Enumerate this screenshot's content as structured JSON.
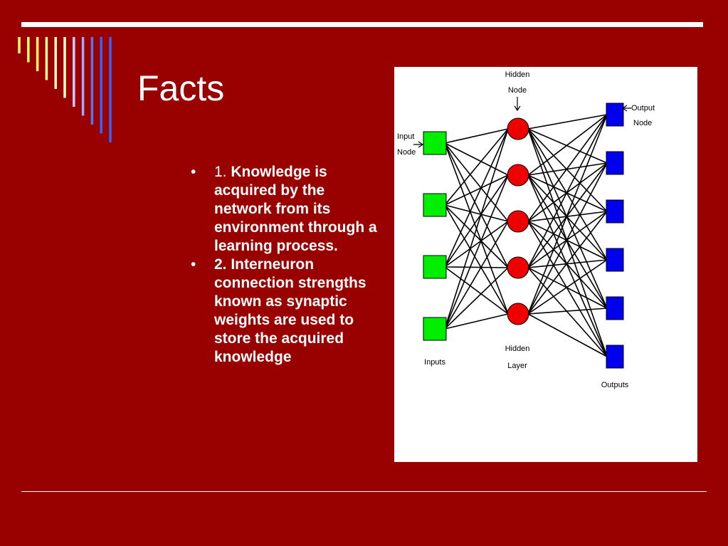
{
  "slide": {
    "title": "Facts",
    "bullets": [
      {
        "prefix": "1. ",
        "text": "Knowledge is acquired by the network from its environment through a learning process."
      },
      {
        "prefix": "",
        "text": "2. Interneuron connection strengths known as synaptic weights are used to store the acquired knowledge"
      }
    ]
  },
  "decor": {
    "stripe_colors": [
      "#ffff66",
      "#ffff66",
      "#ffff66",
      "#ffff99",
      "#ffffcc",
      "#ffffcc",
      "#ccccff",
      "#99aaff",
      "#5577ee",
      "#3366ff",
      "#3366ff"
    ]
  },
  "diagram": {
    "labels": {
      "hidden_node": [
        "Hidden",
        "Node"
      ],
      "input_node": [
        "Input",
        "Node"
      ],
      "output_node": [
        "Output",
        "Node"
      ],
      "inputs": "Inputs",
      "hidden_layer": [
        "Hidden",
        "Layer"
      ],
      "outputs": "Outputs"
    },
    "layers": {
      "inputs": 4,
      "hidden": 5,
      "outputs": 6
    },
    "colors": {
      "input": "#00ee00",
      "hidden": "#ee0000",
      "output": "#0000ee",
      "edge": "#000000"
    }
  }
}
